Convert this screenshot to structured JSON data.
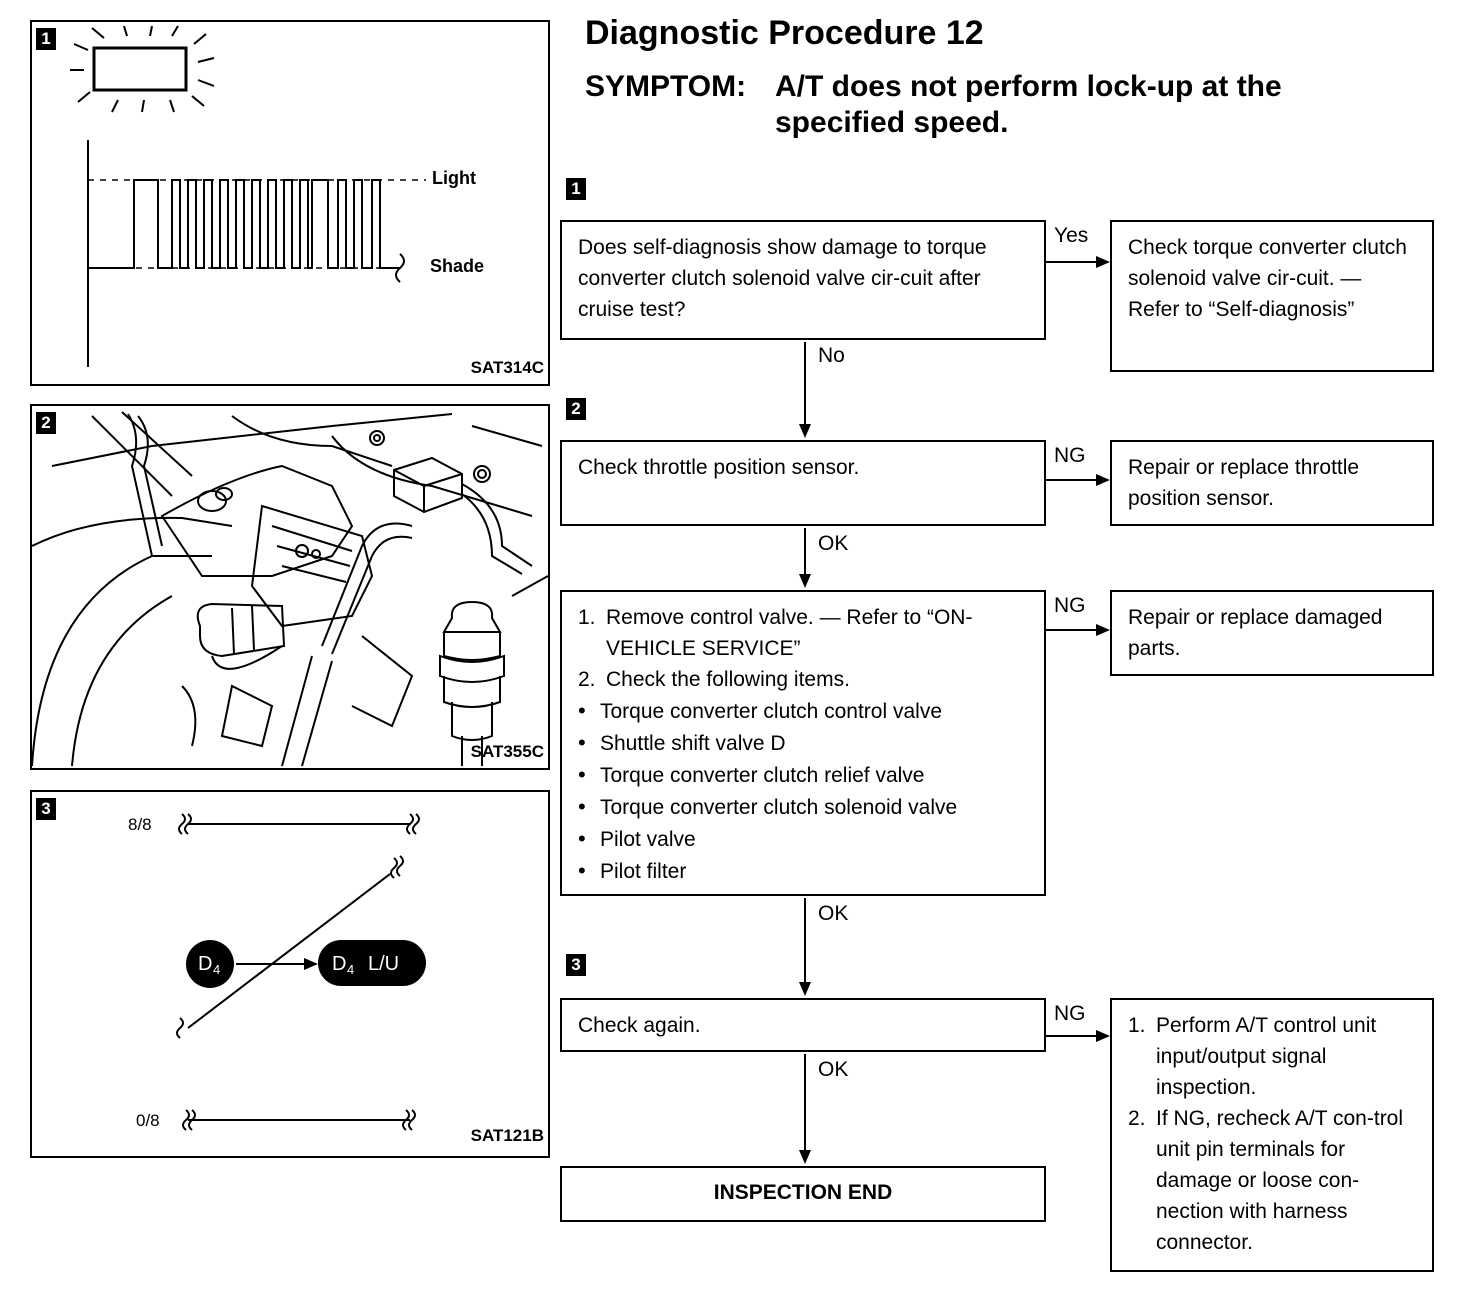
{
  "title": "Diagnostic Procedure 12",
  "symptom_label": "SYMPTOM:",
  "symptom_line1": "A/T does not perform lock-up at the",
  "symptom_line2": "specified speed.",
  "figures": [
    {
      "badge": "1",
      "code": "SAT314C",
      "light_label": "Light",
      "shade_label": "Shade"
    },
    {
      "badge": "2",
      "code": "SAT355C"
    },
    {
      "badge": "3",
      "code": "SAT121B",
      "top_label": "8/8",
      "bottom_label": "0/8",
      "d4_label": "D",
      "d4_sub": "4",
      "d4lu_label": "D",
      "d4lu_sub": "4",
      "d4lu_suffix": "L/U"
    }
  ],
  "flow": {
    "step1_badge": "1",
    "step2_badge": "2",
    "step3_badge": "3",
    "q1": "Does self-diagnosis show damage to torque converter clutch solenoid valve cir-cuit after cruise test?",
    "q1_yes": "Yes",
    "q1_yes_action": "Check torque converter clutch solenoid valve cir-cuit. — Refer to “Self-diagnosis”",
    "q1_no": "No",
    "q2": "Check throttle position sensor.",
    "q2_ng": "NG",
    "q2_ng_action": "Repair or replace throttle position sensor.",
    "q2_ok": "OK",
    "q3_item1_num": "1.",
    "q3_item1": "Remove control valve. — Refer to “ON-VEHICLE SERVICE”",
    "q3_item2_num": "2.",
    "q3_item2": "Check the following items.",
    "q3_checks": [
      "Torque converter clutch control valve",
      "Shuttle shift valve D",
      "Torque converter clutch relief valve",
      "Torque converter clutch solenoid valve",
      "Pilot valve",
      "Pilot filter"
    ],
    "q3_ng": "NG",
    "q3_ng_action": "Repair or replace damaged parts.",
    "q3_ok": "OK",
    "q4": "Check again.",
    "q4_ng": "NG",
    "q4_ng_item1_num": "1.",
    "q4_ng_item1": "Perform A/T control unit input/output signal inspection.",
    "q4_ng_item2_num": "2.",
    "q4_ng_item2": "If NG, recheck A/T con-trol unit pin terminals for damage or loose con-nection with harness connector.",
    "q4_ok": "OK",
    "end": "INSPECTION END"
  }
}
